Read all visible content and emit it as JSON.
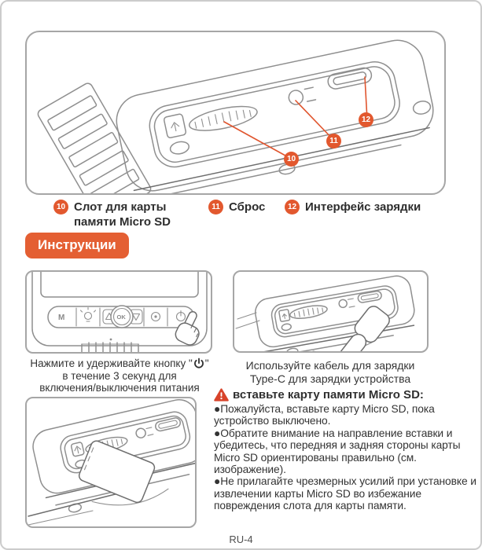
{
  "colors": {
    "accent_orange": "#E45F33",
    "badge_orange": "#E2582E",
    "warning_red": "#D8432A",
    "line_art_gray": "#8F8F8F",
    "text": "#333333"
  },
  "icons": {
    "warning": "warning-triangle-icon",
    "power": "power-icon",
    "hand": "hand-pressing-icon",
    "bullet": "●"
  },
  "top_diagram": {
    "callouts": [
      {
        "number": "10",
        "label": "Слот для карты памяти Micro SD"
      },
      {
        "number": "11",
        "label": "Сброс"
      },
      {
        "number": "12",
        "label": "Интерфейс зарядки"
      }
    ]
  },
  "section_banner": "Инструкции",
  "power_instruction": {
    "line1_before": "Нажмите и удерживайте кнопку \"",
    "line1_after": "\"",
    "line2": "в течение 3 секунд для",
    "line3": "включения/выключения питания",
    "button_m": "M",
    "button_ok": "OK"
  },
  "charge_instruction": {
    "line1": "Используйте кабель для зарядки",
    "line2": "Type-C для зарядки устройства"
  },
  "sd_warning": {
    "title": "вставьте карту памяти Micro SD:",
    "bullet": "●",
    "items": [
      "Пожалуйста, вставьте карту Micro SD, пока устройство выключено.",
      "Обратите внимание на направление вставки и убедитесь, что передняя и задняя стороны карты Micro SD ориентированы правильно (см. изображение).",
      "Не прилагайте чрезмерных усилий при установке и извлечении карты Micro SD во избежание повреждения слота для карты памяти."
    ]
  },
  "footer": {
    "page_label": "RU-4"
  }
}
